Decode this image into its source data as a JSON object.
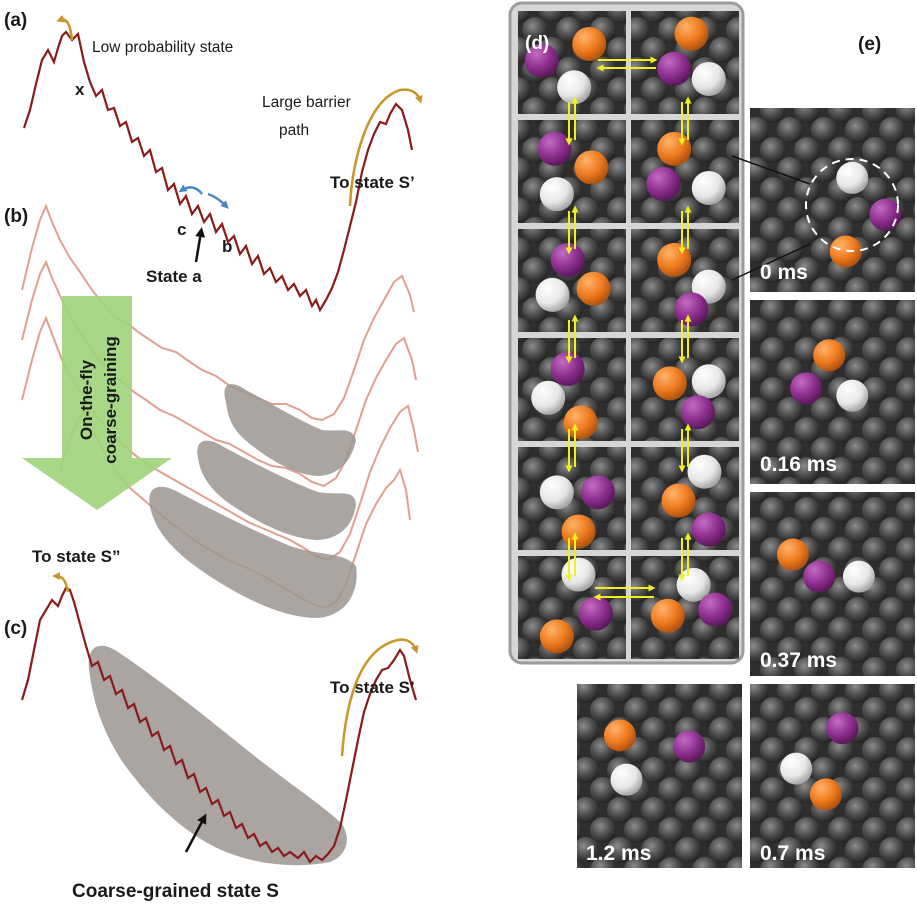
{
  "panels": {
    "a": "(a)",
    "b": "(b)",
    "c": "(c)",
    "d": "(d)",
    "e": "(e)"
  },
  "panel_a": {
    "low_prob": "Low probability state",
    "x": "x",
    "large_barrier_1": "Large barrier",
    "large_barrier_2": "path",
    "to_state": "To state S’",
    "c": "c",
    "b": "b",
    "state_a": "State a"
  },
  "panel_b": {
    "arrow_1": "On-the-fly",
    "arrow_2": "coarse-graining"
  },
  "panel_c": {
    "to_state_left": "To state S”",
    "to_state_right": "To state S’",
    "cg_state": "Coarse-grained state S"
  },
  "panel_e": {
    "t0": "0 ms",
    "t1": "0.16 ms",
    "t2": "0.37 ms",
    "t3": "0.7 ms",
    "t4": "1.2 ms"
  },
  "colors": {
    "energy_curve": "#8b1a1a",
    "faded_curve": "#e0a090",
    "barrier_arrow": "#c8962a",
    "blue_arrow": "#4a86c8",
    "shaded_state": "#9b9590",
    "green_arrow": "#9ed47a",
    "orange_atom": "#ee7a1e",
    "purple_atom": "#8e2e8e",
    "white_atom": "#f2f2f2",
    "yellow_arrow": "#f0f020",
    "surface": "#3a3a3a",
    "frame_bg": "#d6d6d6"
  }
}
